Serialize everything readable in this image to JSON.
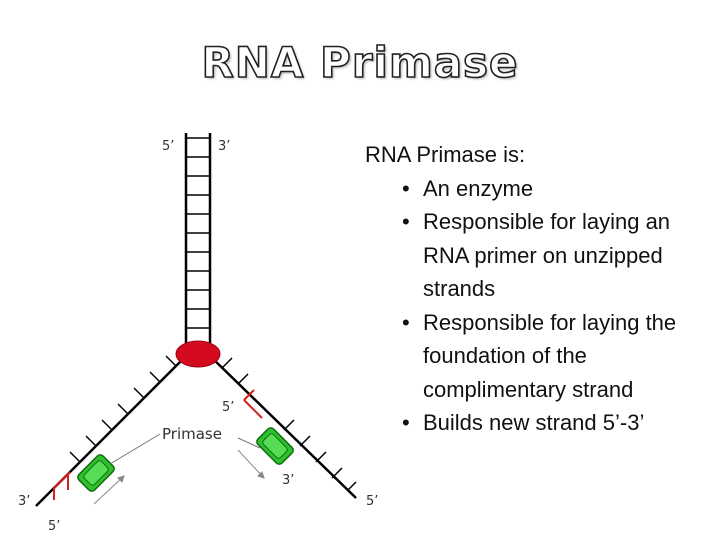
{
  "slide": {
    "title": "RNA Primase",
    "intro": "RNA Primase is:",
    "bullets": [
      "An enzyme",
      "Responsible for laying an RNA primer on unzipped strands",
      "Responsible for laying the foundation of the complimentary strand",
      "Builds new strand 5’-3’"
    ]
  },
  "diagram": {
    "labels": {
      "top_left": "5’",
      "top_right": "3’",
      "primase": "Primase",
      "left_strand_end": "3’",
      "left_primer_end": "5’",
      "right_primer_start": "5’",
      "right_primer_end": "3’",
      "right_strand_end": "5’"
    },
    "colors": {
      "helicase": "#d40b1f",
      "primase": "#2fbf2f",
      "primer": "#d42020",
      "strand": "#000000"
    }
  }
}
